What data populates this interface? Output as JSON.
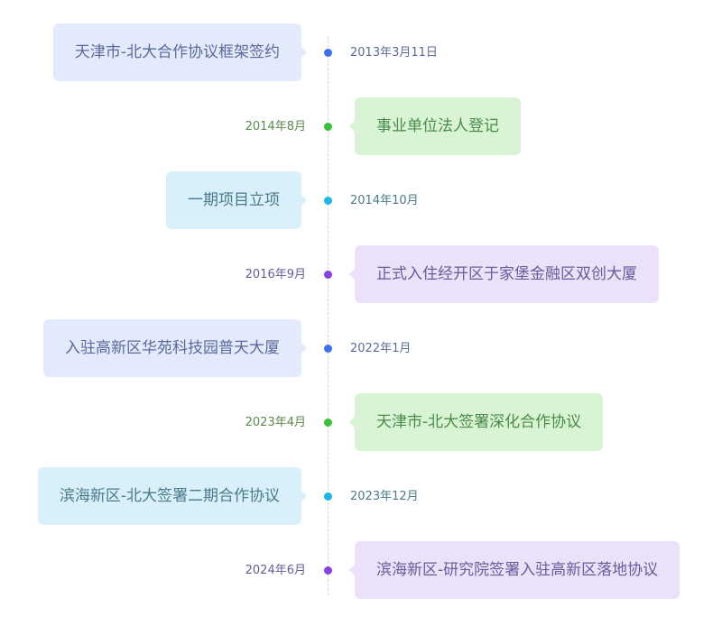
{
  "events": [
    {
      "date": "2013年3月11日",
      "text": "天津市-北大合作协议框架签约",
      "bg": "#e2eafc",
      "fg": "#5a6a9a",
      "dot": "#3f72e6",
      "date_color": "#5a6a9a"
    },
    {
      "date": "2014年8月",
      "text": "事业单位法人登记",
      "bg": "#d9f4d5",
      "fg": "#4a8a4a",
      "dot": "#39c13a",
      "date_color": "#5a8a4a"
    },
    {
      "date": "2014年10月",
      "text": "一期项目立项",
      "bg": "#d9f0fa",
      "fg": "#4a7a8a",
      "dot": "#1fb5ea",
      "date_color": "#4a7a8a"
    },
    {
      "date": "2016年9月",
      "text": "正式入住经开区于家堡金融区双创大厦",
      "bg": "#ebe2fa",
      "fg": "#6a5a9a",
      "dot": "#8a3fe0",
      "date_color": "#6a5a9a"
    },
    {
      "date": "2022年1月",
      "text": "入驻高新区华苑科技园普天大厦",
      "bg": "#e2eafc",
      "fg": "#5a6a9a",
      "dot": "#3f72e6",
      "date_color": "#5a6a9a"
    },
    {
      "date": "2023年4月",
      "text": "天津市-北大签署深化合作协议",
      "bg": "#d9f4d5",
      "fg": "#4a8a4a",
      "dot": "#39c13a",
      "date_color": "#5a8a4a"
    },
    {
      "date": "2023年12月",
      "text": "滨海新区-北大签署二期合作协议",
      "bg": "#d9f0fa",
      "fg": "#4a7a8a",
      "dot": "#1fb5ea",
      "date_color": "#4a7a8a"
    },
    {
      "date": "2024年6月",
      "text": "滨海新区-研究院签署入驻高新区落地协议",
      "bg": "#ebe2fa",
      "fg": "#6a5a9a",
      "dot": "#8a3fe0",
      "date_color": "#6a5a9a"
    }
  ]
}
